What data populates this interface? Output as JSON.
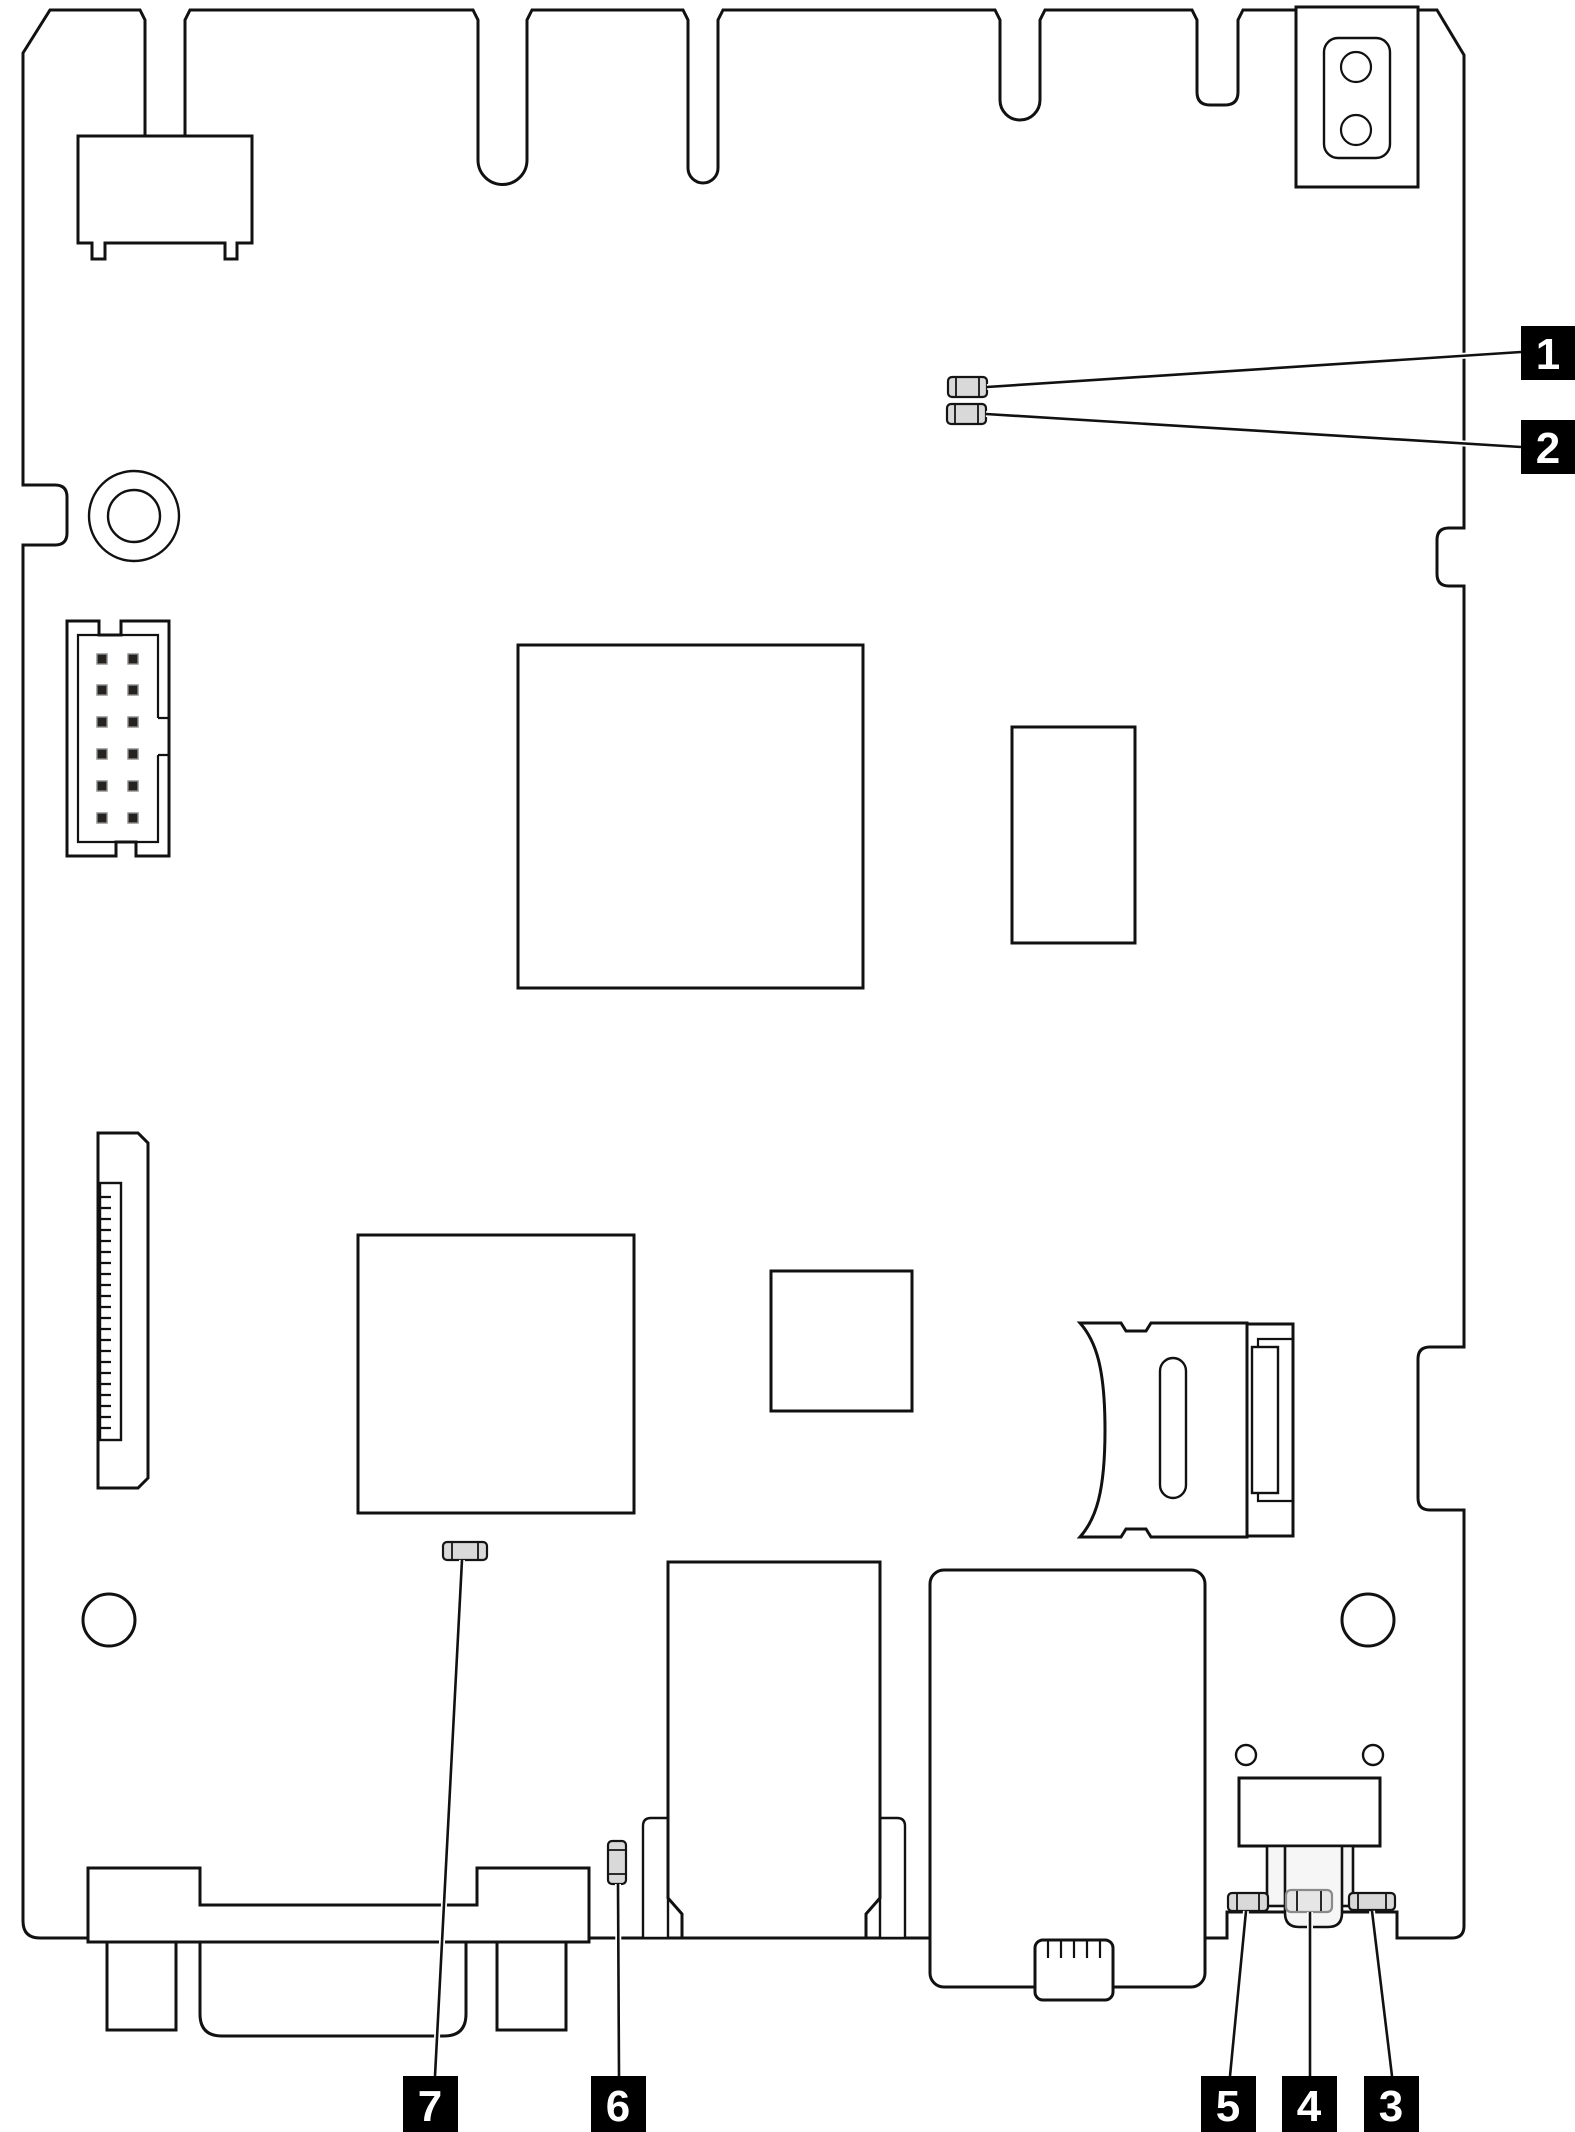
{
  "diagram": {
    "colors": {
      "background": "#ffffff",
      "line_ink": "#111111",
      "led_fill": "#d9d9d9",
      "callout_background": "#000000",
      "callout_text": "#ffffff"
    },
    "callouts": [
      {
        "label": "1"
      },
      {
        "label": "2"
      },
      {
        "label": "3"
      },
      {
        "label": "4"
      },
      {
        "label": "5"
      },
      {
        "label": "6"
      },
      {
        "label": "7"
      }
    ]
  }
}
